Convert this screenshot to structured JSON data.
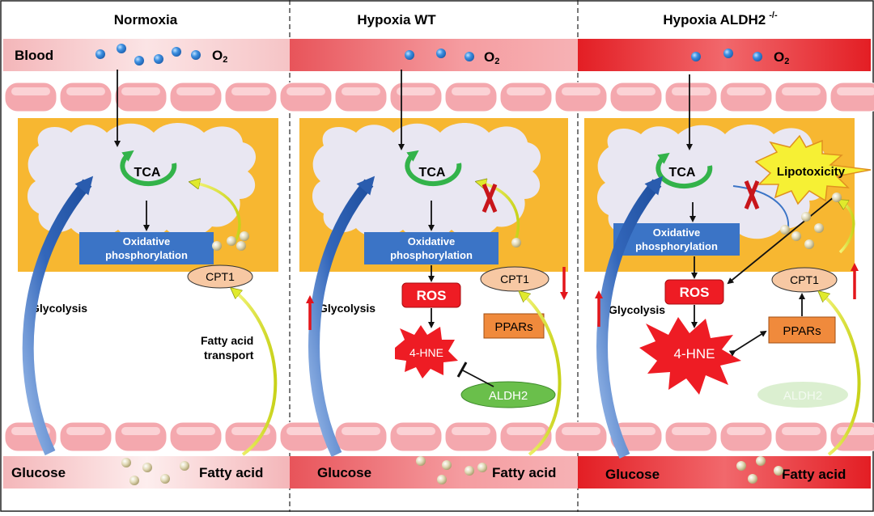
{
  "panels": [
    {
      "title": "Normoxia",
      "blood_label": "Blood",
      "o2_label": "O",
      "o2_sub": "2",
      "tca": "TCA",
      "oxphos_line1": "Oxidative",
      "oxphos_line2": "phosphorylation",
      "cpt1": "CPT1",
      "glycolysis": "Glycolysis",
      "fa_transport_line1": "Fatty acid",
      "fa_transport_line2": "transport",
      "glucose": "Glucose",
      "fatty_acid": "Fatty acid"
    },
    {
      "title": "Hypoxia WT",
      "o2_label": "O",
      "o2_sub": "2",
      "tca": "TCA",
      "oxphos_line1": "Oxidative",
      "oxphos_line2": "phosphorylation",
      "ros": "ROS",
      "hne": "4-HNE",
      "aldh2": "ALDH2",
      "cpt1": "CPT1",
      "ppars": "PPARs",
      "glycolysis": "Glycolysis",
      "glucose": "Glucose",
      "fatty_acid": "Fatty acid"
    },
    {
      "title": "Hypoxia ALDH2",
      "title_sup": "-/-",
      "o2_label": "O",
      "o2_sub": "2",
      "tca": "TCA",
      "lipotoxicity": "Lipotoxicity",
      "oxphos_line1": "Oxidative",
      "oxphos_line2": "phosphorylation",
      "ros": "ROS",
      "hne": "4-HNE",
      "aldh2": "ALDH2",
      "cpt1": "CPT1",
      "ppars": "PPARs",
      "glycolysis": "Glycolysis",
      "glucose": "Glucose",
      "fatty_acid": "Fatty acid"
    }
  ],
  "colors": {
    "cell": "#f7b731",
    "mito": "#e9e7f2",
    "oxphos": "#3b74c6",
    "tca": "#33b34a",
    "ros": "#ee1c24",
    "ppars": "#f08a3c",
    "cpt1": "#f7c8a3",
    "aldh2": "#6abf4b",
    "glycolysis_arrow": "#2f60b0",
    "fa_arrow": "#d8e82a",
    "up_down_arrow": "#e3151b",
    "o2_dot": "#3d8fe0",
    "fa_dot": "#d8cfa8"
  }
}
